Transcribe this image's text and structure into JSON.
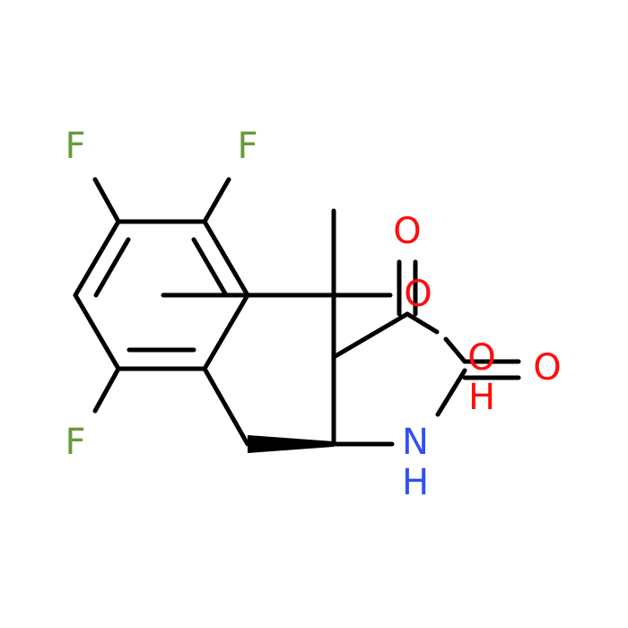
{
  "colors": {
    "bond": "#000000",
    "fluorine": "#6a9a3a",
    "oxygen": "#ff0d0d",
    "nitrogen": "#3050f8",
    "background": "#ffffff"
  },
  "atoms": {
    "f_top_left": "F",
    "f_top_right": "F",
    "f_bottom_left": "F",
    "o_top": "O",
    "o_middle": "O",
    "o_right_1": "O",
    "o_right_2": "O",
    "nh_n": "N",
    "nh_h": "H",
    "oh_h": "H"
  }
}
